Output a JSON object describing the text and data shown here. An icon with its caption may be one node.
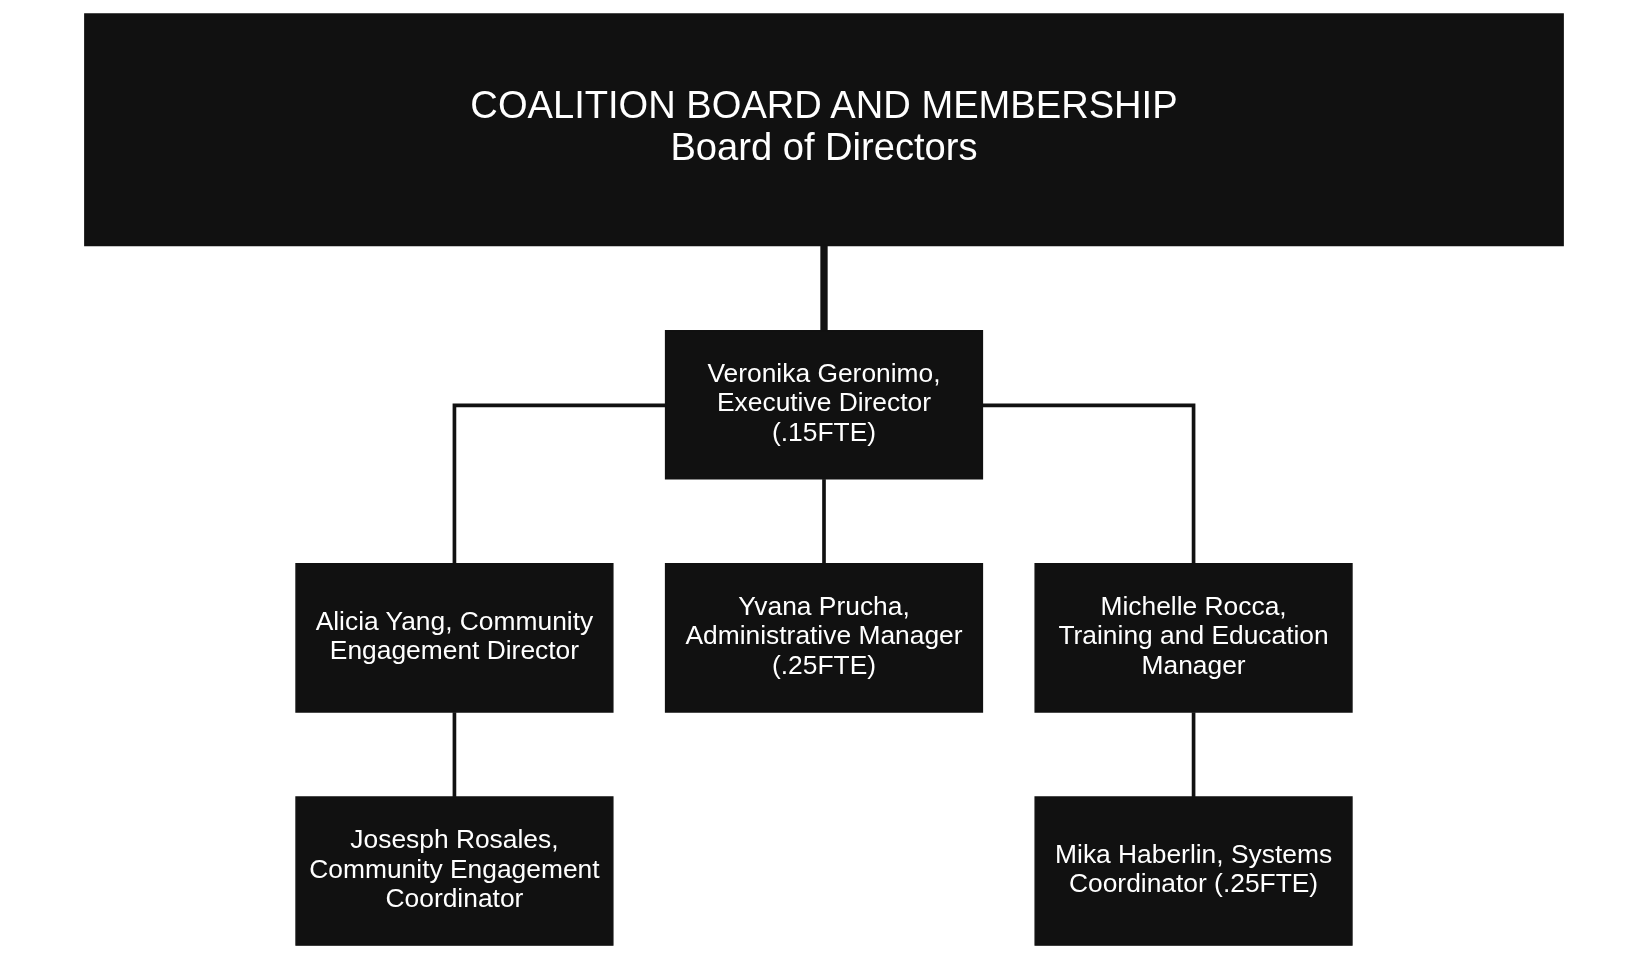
{
  "diagram": {
    "nodes": [
      {
        "text": [
          "COALITION BOARD AND MEMBERSHIP",
          "Board of Directors"
        ]
      },
      {
        "text": [
          "Veronika Geronimo, Executive Director (.15FTE)"
        ]
      },
      {
        "text": [
          "Alicia Yang, Community Engagement Director"
        ]
      },
      {
        "text": [
          "Yvana Prucha, Administrative Manager (.25FTE)"
        ]
      },
      {
        "text": [
          "Michelle Rocca, Training and Education Manager"
        ]
      },
      {
        "text": [
          "Josesph Rosales, Community Engagement Coordinator"
        ]
      },
      {
        "text": [
          "Mika Haberlin, Systems Coordinator (.25FTE)"
        ]
      }
    ],
    "edges": [
      {
        "from": 0,
        "to": 1,
        "arrow": "none",
        "style": "thick"
      },
      {
        "from": 1,
        "to": 2,
        "arrow": "none"
      },
      {
        "from": 1,
        "to": 3,
        "arrow": "none"
      },
      {
        "from": 1,
        "to": 4,
        "arrow": "none"
      },
      {
        "from": 2,
        "to": 5,
        "arrow": "none"
      },
      {
        "from": 4,
        "to": 6,
        "arrow": "none"
      }
    ]
  }
}
